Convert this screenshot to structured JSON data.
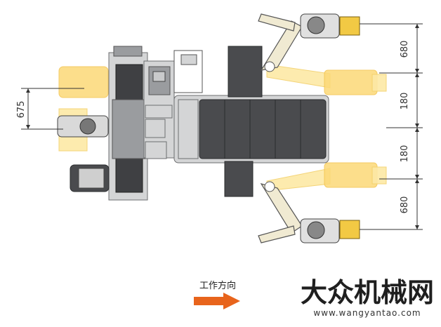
{
  "dimensions": {
    "top_boom_offset": "680",
    "top_inner_offset": "180",
    "bottom_inner_offset": "180",
    "bottom_boom_offset": "680",
    "left_offset": "675"
  },
  "direction_label": "工作方向",
  "watermark": {
    "title": "大众机械网",
    "url": "www.wangyantao.com"
  },
  "colors": {
    "arrow": "#e8641c",
    "ghost_yellow": "#fcd977",
    "machine_dark": "#4a4b4e",
    "machine_light": "#d4d5d6"
  }
}
